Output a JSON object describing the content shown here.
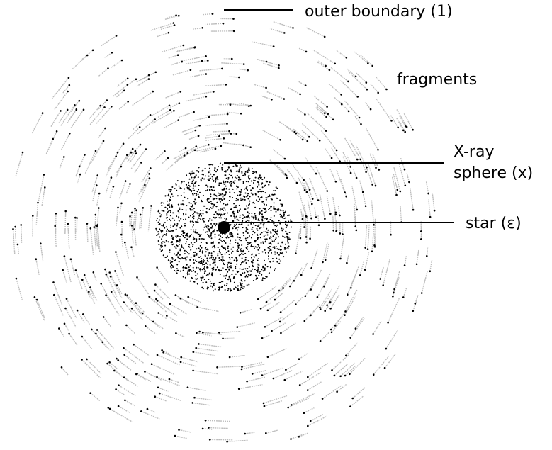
{
  "labels": {
    "outer_boundary": "outer boundary (1)",
    "fragments": "fragments",
    "xray_line1": "X-ray",
    "xray_line2": "sphere (x)",
    "star": "star (ε)"
  },
  "colors": {
    "background": "#ffffff",
    "ink": "#000000",
    "trail": "#bdbdbd"
  }
}
